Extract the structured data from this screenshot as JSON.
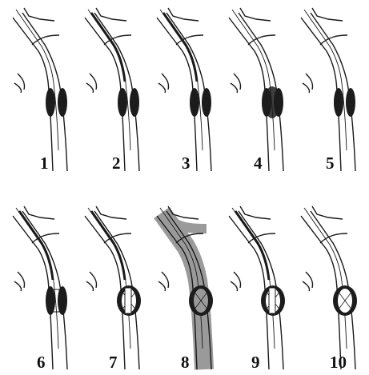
{
  "figure": {
    "steps": [
      {
        "number": "1",
        "stage": "guidewire-across-lesion",
        "balloon_inflated": false,
        "stent": "none",
        "angiographic_view": false
      },
      {
        "number": "2",
        "stage": "catheter-advanced",
        "balloon_inflated": false,
        "stent": "none",
        "angiographic_view": false
      },
      {
        "number": "3",
        "stage": "balloon-positioned",
        "balloon_inflated": false,
        "stent": "none",
        "angiographic_view": false
      },
      {
        "number": "4",
        "stage": "balloon-predilatation",
        "balloon_inflated": true,
        "stent": "none",
        "angiographic_view": false
      },
      {
        "number": "5",
        "stage": "balloon-withdrawn",
        "balloon_inflated": false,
        "stent": "none",
        "angiographic_view": false
      },
      {
        "number": "6",
        "stage": "stent-positioned",
        "balloon_inflated": false,
        "stent": "crimped",
        "angiographic_view": false
      },
      {
        "number": "7",
        "stage": "stent-deployed",
        "balloon_inflated": true,
        "stent": "expanded",
        "angiographic_view": false
      },
      {
        "number": "8",
        "stage": "angiographic-control",
        "balloon_inflated": false,
        "stent": "expanded",
        "angiographic_view": true
      },
      {
        "number": "9",
        "stage": "post-dilatation",
        "balloon_inflated": true,
        "stent": "expanded",
        "angiographic_view": false
      },
      {
        "number": "10",
        "stage": "final-result",
        "balloon_inflated": false,
        "stent": "expanded",
        "angiographic_view": false
      }
    ],
    "colors": {
      "vessel_wall": "#1a1a1a",
      "plaque": "#1c1c1c",
      "contrast_fill": "#9a9a9a",
      "label": "#111111",
      "background": "#ffffff"
    }
  }
}
